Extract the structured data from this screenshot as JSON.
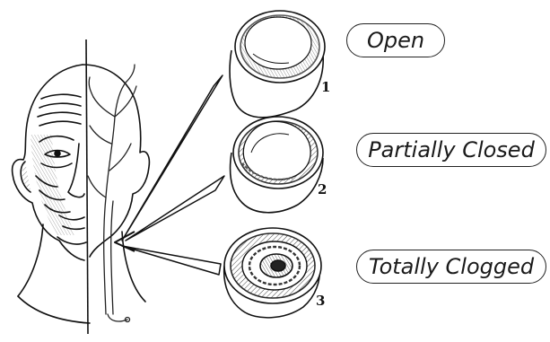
{
  "stages": [
    {
      "number": "1",
      "label": "Open"
    },
    {
      "number": "2",
      "label": "Partially Closed"
    },
    {
      "number": "3",
      "label": "Totally Clogged"
    }
  ],
  "colors": {
    "ink": "#111111",
    "background": "#ffffff",
    "shade": "#777777"
  }
}
